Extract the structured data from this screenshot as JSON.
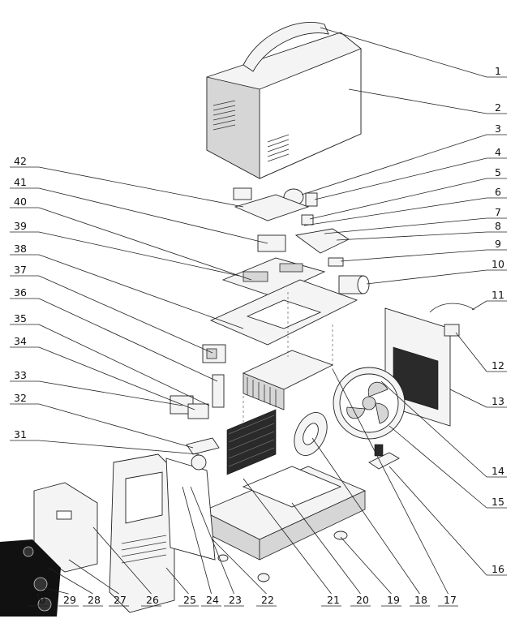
{
  "callouts": [
    {
      "id": "1",
      "label": "1"
    },
    {
      "id": "2",
      "label": "2"
    },
    {
      "id": "3",
      "label": "3"
    },
    {
      "id": "4",
      "label": "4"
    },
    {
      "id": "5",
      "label": "5"
    },
    {
      "id": "6",
      "label": "6"
    },
    {
      "id": "7",
      "label": "7"
    },
    {
      "id": "8",
      "label": "8"
    },
    {
      "id": "9",
      "label": "9"
    },
    {
      "id": "10",
      "label": "10"
    },
    {
      "id": "11",
      "label": "11"
    },
    {
      "id": "12",
      "label": "12"
    },
    {
      "id": "13",
      "label": "13"
    },
    {
      "id": "14",
      "label": "14"
    },
    {
      "id": "15",
      "label": "15"
    },
    {
      "id": "16",
      "label": "16"
    },
    {
      "id": "17",
      "label": "17"
    },
    {
      "id": "18",
      "label": "18"
    },
    {
      "id": "19",
      "label": "19"
    },
    {
      "id": "20",
      "label": "20"
    },
    {
      "id": "21",
      "label": "21"
    },
    {
      "id": "22",
      "label": "22"
    },
    {
      "id": "23",
      "label": "23"
    },
    {
      "id": "24",
      "label": "24"
    },
    {
      "id": "25",
      "label": "25"
    },
    {
      "id": "26",
      "label": "26"
    },
    {
      "id": "27",
      "label": "27"
    },
    {
      "id": "28",
      "label": "28"
    },
    {
      "id": "29",
      "label": "29"
    },
    {
      "id": "30",
      "label": "30"
    },
    {
      "id": "31",
      "label": "31"
    },
    {
      "id": "32",
      "label": "32"
    },
    {
      "id": "33",
      "label": "33"
    },
    {
      "id": "34",
      "label": "34"
    },
    {
      "id": "35",
      "label": "35"
    },
    {
      "id": "36",
      "label": "36"
    },
    {
      "id": "37",
      "label": "37"
    },
    {
      "id": "38",
      "label": "38"
    },
    {
      "id": "39",
      "label": "39"
    },
    {
      "id": "40",
      "label": "40"
    },
    {
      "id": "41",
      "label": "41"
    },
    {
      "id": "42",
      "label": "42"
    }
  ]
}
